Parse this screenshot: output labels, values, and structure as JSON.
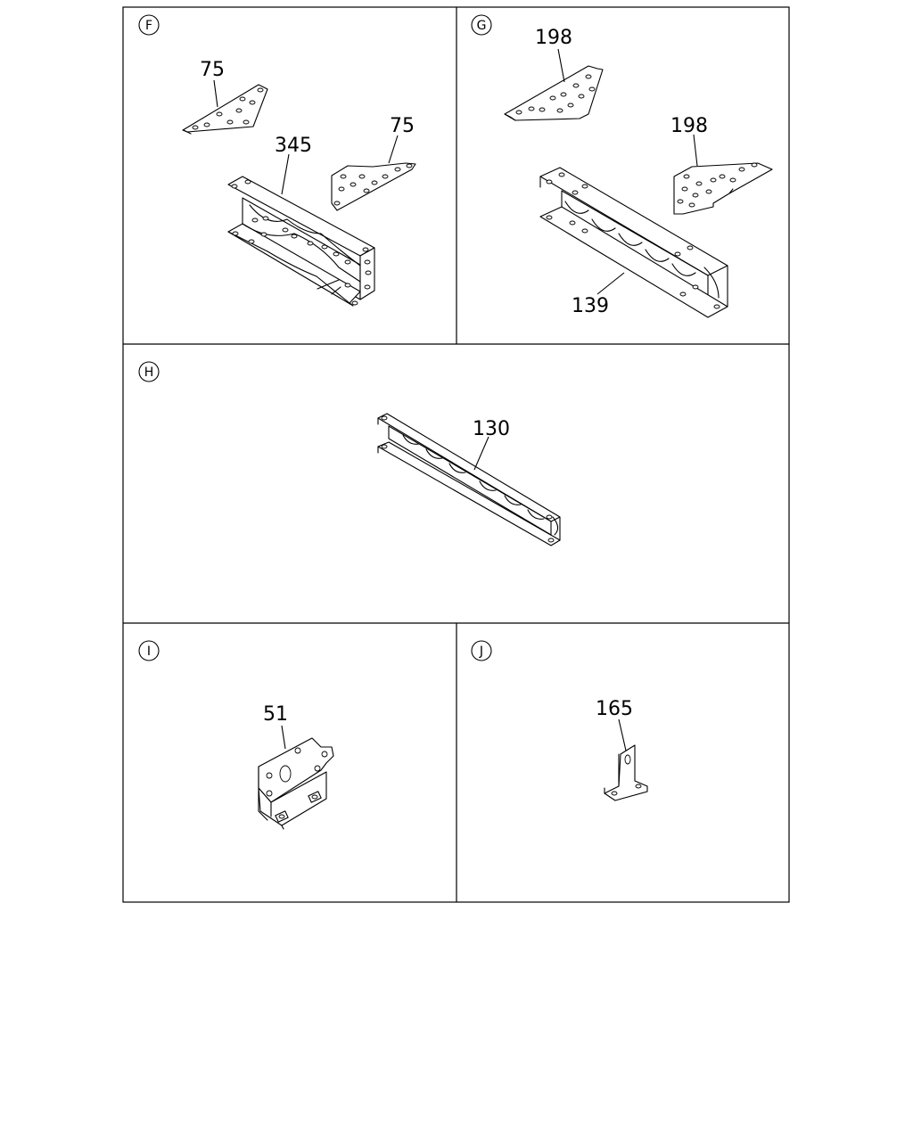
{
  "panels": {
    "F": {
      "letter": "F",
      "labels": [
        "75",
        "345",
        "75"
      ]
    },
    "G": {
      "letter": "G",
      "labels": [
        "198",
        "198",
        "139"
      ]
    },
    "H": {
      "letter": "H",
      "labels": [
        "130"
      ]
    },
    "I": {
      "letter": "I",
      "labels": [
        "51"
      ]
    },
    "J": {
      "letter": "J",
      "labels": [
        "165"
      ]
    }
  }
}
